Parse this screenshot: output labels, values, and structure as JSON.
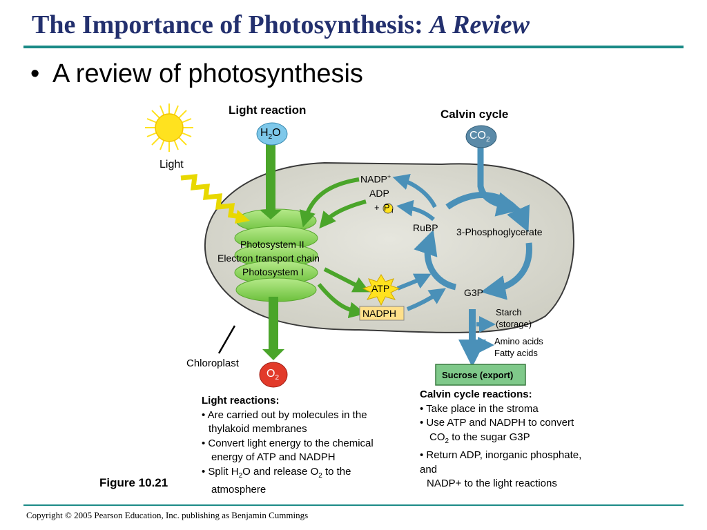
{
  "slide": {
    "title_main": "The Importance of Photosynthesis: ",
    "title_italic": "A Review",
    "bullet": "A review of photosynthesis",
    "figure_label": "Figure 10.21",
    "copyright": "Copyright © 2005 Pearson Education, Inc. publishing as Benjamin Cummings"
  },
  "diagram": {
    "light_reaction": "Light reaction",
    "calvin_cycle": "Calvin cycle",
    "light": "Light",
    "h2o_base": "H",
    "h2o_sub": "2",
    "h2o_end": "O",
    "co2_base": "CO",
    "co2_sub": "2",
    "o2_base": "O",
    "o2_sub": "2",
    "nadp": "NADP",
    "nadp_sup": "+",
    "adp": "ADP",
    "pi_plus": "+",
    "pi_p": "P",
    "pi_sub": "i",
    "rubp": "RuBP",
    "phosphoglycerate": "3-Phosphoglycerate",
    "photosystem2": "Photosystem II",
    "etc": "Electron transport chain",
    "photosystem1": "Photosystem I",
    "atp": "ATP",
    "nadph": "NADPH",
    "g3p": "G3P",
    "starch": "Starch",
    "storage": "(storage)",
    "amino": "Amino acids",
    "fatty": "Fatty acids",
    "sucrose": "Sucrose (export)",
    "chloroplast": "Chloroplast",
    "colors": {
      "stroma": "#d9d9cf",
      "thylakoid": "#8cd45a",
      "green_arrow": "#4aa52a",
      "blue_arrow": "#4a90b8",
      "sun": "#ffe21f",
      "h2o_bubble": "#7ec8ea",
      "co2_bubble": "#5a8aa8",
      "o2_bubble": "#e23a2a",
      "sucrose_box": "#7fc98a",
      "nadph_box": "#ffe08a"
    }
  },
  "light_reactions": {
    "heading": "Light reactions:",
    "l1": "• Are carried out by molecules in the",
    "l2": "thylakoid membranes",
    "l3": "• Convert light energy to the chemical",
    "l4": "energy of ATP and NADPH",
    "l5a": "• Split H",
    "l5sub": "2",
    "l5b": "O and release O",
    "l5sub2": "2",
    "l5c": " to the",
    "l6": "atmosphere"
  },
  "calvin_reactions": {
    "heading": "Calvin cycle reactions:",
    "l1": "• Take place in the stroma",
    "l2": "• Use ATP and NADPH to convert",
    "l3a": "CO",
    "l3sub": "2",
    "l3b": " to the sugar G3P",
    "l4": "• Return ADP, inorganic phosphate,",
    "l5": "and",
    "l6": "NADP+ to the light  reactions"
  }
}
